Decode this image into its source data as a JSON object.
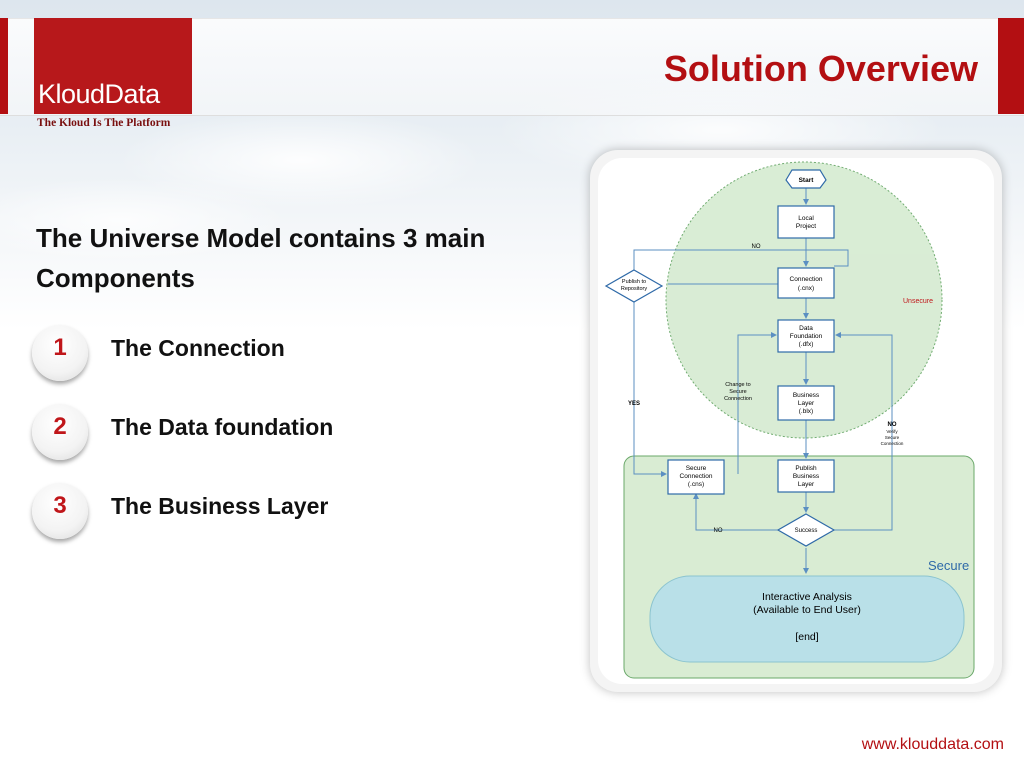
{
  "brand": {
    "logo": "KloudData",
    "tagline": "The  Kloud Is The Platform",
    "color": "#b30f12"
  },
  "slide": {
    "title": "Solution Overview",
    "heading": "The Universe Model contains 3 main Components",
    "items": [
      {
        "number": "1",
        "label": "The Connection"
      },
      {
        "number": "2",
        "label": "The Data foundation"
      },
      {
        "number": "3",
        "label": "The Business Layer"
      }
    ],
    "footer_url": "www.klouddata.com"
  },
  "diagram": {
    "start": "Start",
    "local_project": [
      "Local",
      "Project"
    ],
    "connection": [
      "Connection",
      "(.cnx)"
    ],
    "data_foundation": [
      "Data",
      "Foundation",
      "(.dfx)"
    ],
    "business_layer": [
      "Business",
      "Layer",
      "(.blx)"
    ],
    "publish_repo": [
      "Publish to",
      "Repository"
    ],
    "change_secure": [
      "Change to",
      "Secure",
      "Connection"
    ],
    "secure_connection": [
      "Secure",
      "Connection",
      "(.cns)"
    ],
    "publish_business": [
      "Publish",
      "Business",
      "Layer"
    ],
    "success": "Success",
    "no": "NO",
    "yes": "YES",
    "verify": [
      "NO",
      "Verify",
      "Secure",
      "Connection"
    ],
    "unsecure": "Unsecure",
    "secure": "Secure",
    "interactive": [
      "Interactive Analysis",
      "(Available to End User)",
      "",
      "[end]"
    ],
    "colors": {
      "box": "#2f6aa8",
      "unsecure_fill": "#d7ecd3",
      "secure_fill": "#d9ecd3",
      "analysis_fill": "#b9e0e8"
    }
  }
}
